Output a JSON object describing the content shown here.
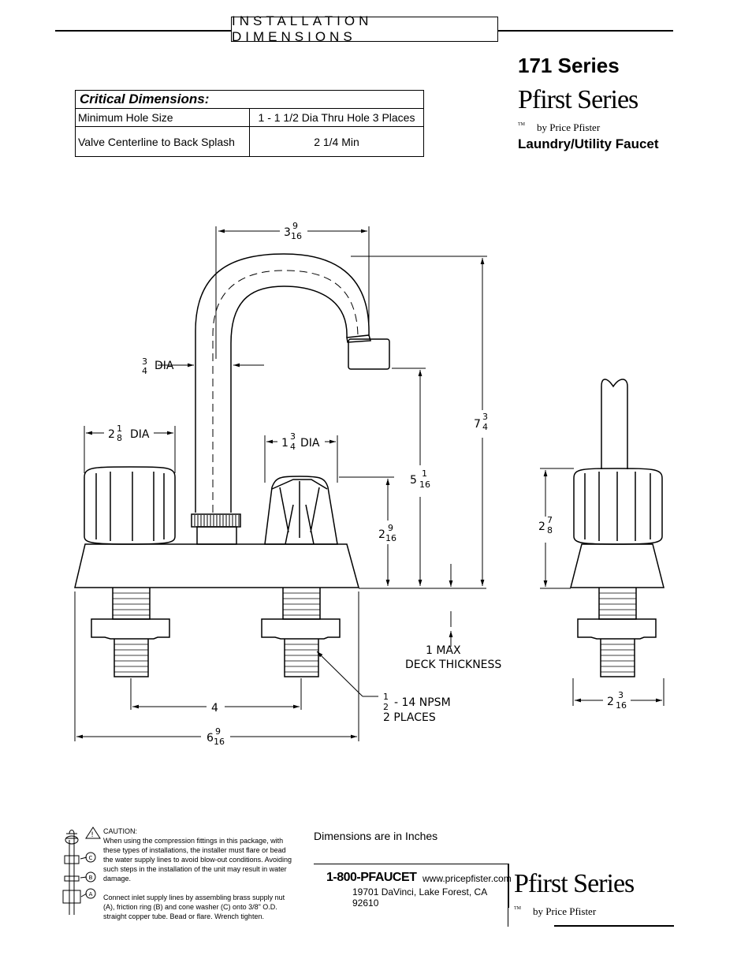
{
  "header": {
    "title": "INSTALLATION DIMENSIONS"
  },
  "product": {
    "series": "171 Series",
    "brand_main": "Pfirst Series",
    "brand_sub": "by Price Pfister",
    "brand_tm": "TM",
    "name": "Laundry/Utility Faucet"
  },
  "critical_dimensions": {
    "heading": "Critical Dimensions:",
    "rows": [
      {
        "label": "Minimum Hole Size",
        "value": "1 - 1 1/2 Dia Thru Hole 3 Places"
      },
      {
        "label": "Valve Centerline to Back Splash",
        "value": "2 1/4 Min"
      }
    ]
  },
  "drawing": {
    "spout_reach": {
      "whole": "3",
      "num": "9",
      "den": "16"
    },
    "spout_dia": {
      "num": "3",
      "den": "4",
      "suffix": "DIA"
    },
    "handle_dia": {
      "whole": "2",
      "num": "1",
      "den": "8",
      "suffix": "DIA"
    },
    "handle_dia_small": {
      "whole": "1",
      "num": "3",
      "den": "4",
      "suffix": "DIA"
    },
    "overall_height": {
      "whole": "7",
      "num": "3",
      "den": "4"
    },
    "spout_height": {
      "whole": "5",
      "num": "1",
      "den": "16"
    },
    "handle_height": {
      "whole": "2",
      "num": "9",
      "den": "16"
    },
    "side_handle_height": {
      "whole": "2",
      "num": "7",
      "den": "8"
    },
    "centers": "4",
    "base_width": {
      "whole": "6",
      "num": "9",
      "den": "16"
    },
    "side_depth": {
      "whole": "2",
      "num": "3",
      "den": "16"
    },
    "deck_line1": "1 MAX",
    "deck_line2": "DECK THICKNESS",
    "thread_num": "1",
    "thread_den": "2",
    "thread_suffix": "- 14 NPSM",
    "thread_places": "2 PLACES"
  },
  "caution": {
    "title": "CAUTION:",
    "text1": "When using the compression fittings in this package, with these types of installations, the installer must flare or bead the water supply lines to avoid blow-out conditions. Avoiding such steps in the installation of the unit may result in water damage.",
    "text2": "Connect inlet supply lines by assembling brass supply nut (A), friction ring (B) and cone washer (C) onto 3/8\" O.D. straight copper tube. Bead or flare. Wrench tighten.",
    "labels": [
      "C",
      "B",
      "A"
    ]
  },
  "footer": {
    "units": "Dimensions are in Inches",
    "phone": "1-800-PFAUCET",
    "website": "www.pricepfister.com",
    "address": "19701 DaVinci, Lake Forest, CA  92610"
  }
}
